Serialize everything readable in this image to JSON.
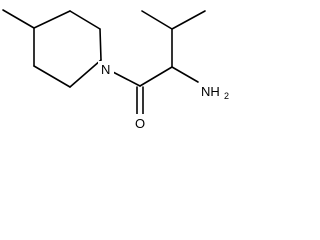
{
  "molecule": {
    "atoms": {
      "ring_nitrogen": {
        "symbol": "N"
      },
      "carbonyl_oxygen": {
        "symbol": "O"
      },
      "amine": {
        "symbol": "NH",
        "subscript": "2"
      }
    }
  }
}
